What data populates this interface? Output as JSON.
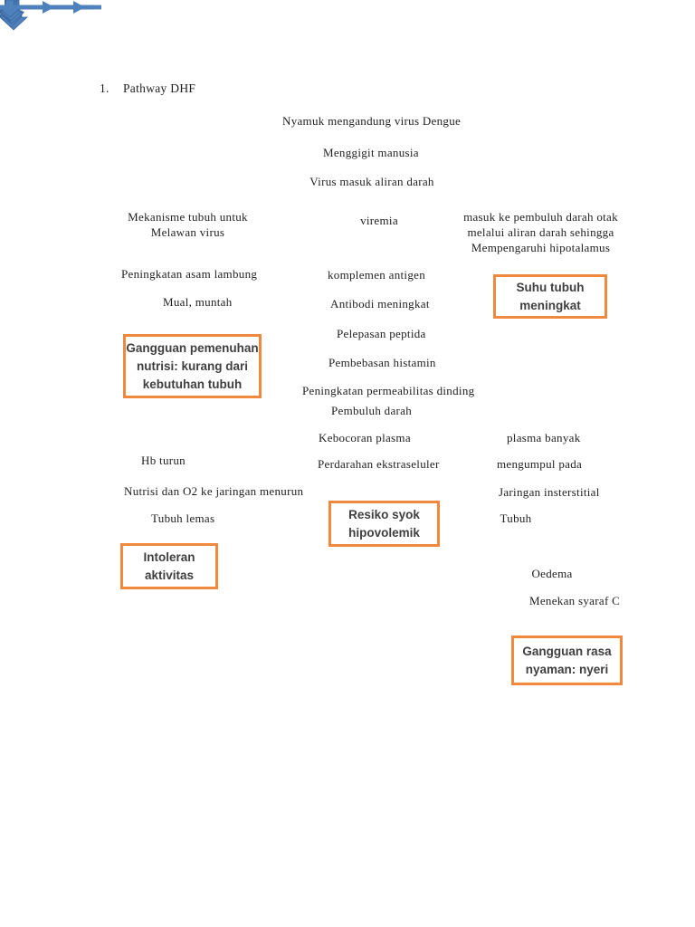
{
  "page": {
    "title_number": "1.",
    "title": "Pathway DHF"
  },
  "flow": {
    "center": {
      "nyamuk": "Nyamuk mengandung virus Dengue",
      "menggigit": "Menggigit manusia",
      "virus_masuk": "Virus masuk aliran darah",
      "viremia": "viremia",
      "komplemen": "komplemen antigen",
      "antibodi": "Antibodi meningkat",
      "pelepasan": "Pelepasan peptida",
      "pembebasan": "Pembebasan histamin",
      "permeabilitas": "Peningkatan permeabilitas dinding",
      "pembuluh": "Pembuluh darah",
      "kebocoran": "Kebocoran plasma",
      "perdarahan": "Perdarahan ekstraseluler"
    },
    "left": {
      "mekanisme_1": "Mekanisme tubuh untuk",
      "mekanisme_2": "Melawan virus",
      "asam_lambung": "Peningkatan asam lambung",
      "mual": "Mual, muntah",
      "hb_turun": "Hb turun",
      "nutrisi_o2": "Nutrisi dan O2 ke jaringan menurun",
      "tubuh_lemas": "Tubuh lemas"
    },
    "right": {
      "otak_1": "masuk ke pembuluh darah otak",
      "otak_2": "melalui aliran darah sehingga",
      "otak_3": "Mempengaruhi hipotalamus",
      "plasma_banyak": "plasma banyak",
      "mengumpul": "mengumpul pada",
      "jaringan": "Jaringan insterstitial",
      "tubuh": "Tubuh",
      "oedema": "Oedema",
      "menekan": "Menekan syaraf C"
    },
    "boxes": {
      "suhu": {
        "line1": "Suhu tubuh",
        "line2": "meningkat"
      },
      "gangguan_nutrisi": {
        "line1": "Gangguan pemenuhan",
        "line2": "nutrisi: kurang dari",
        "line3": "kebutuhan tubuh"
      },
      "resiko": {
        "line1": "Resiko syok",
        "line2": "hipovolemik"
      },
      "intoleran": {
        "line1": "Intoleran",
        "line2": "aktivitas"
      },
      "gangguan_rasa": {
        "line1": "Gangguan rasa",
        "line2": "nyaman: nyeri"
      }
    }
  },
  "colors": {
    "bg": "#ffffff",
    "text": "#1f1f1f",
    "arrow_blue": "#4f81bd",
    "arrow_border": "#3a689e",
    "box_border": "#f0883e",
    "box_text": "#3f3f3f"
  }
}
